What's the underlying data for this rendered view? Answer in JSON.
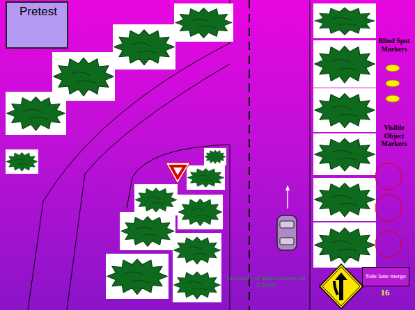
{
  "diagram": {
    "nodes": [
      {
        "text": [
          "Pretest"
        ]
      },
      {
        "text": [
          "Side lane merge"
        ]
      }
    ],
    "edges": [],
    "labels": [
      "Blind Spot Markers",
      "Visible Object Markers",
      "16",
      "University of Massachusetts on 2/20/09"
    ]
  }
}
